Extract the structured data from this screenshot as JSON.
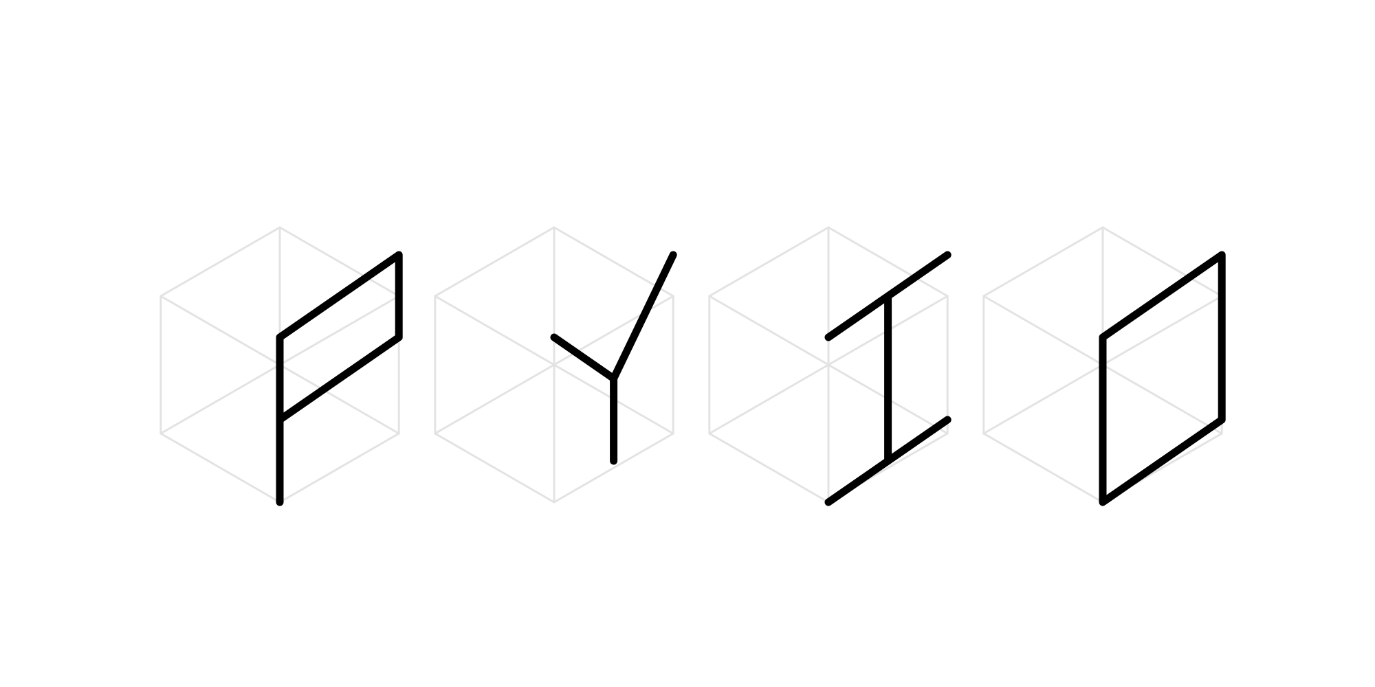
{
  "colors": {
    "background": "#ffffff",
    "guide": "#e3e3e3",
    "glyph": "#000000"
  },
  "glyphs": [
    {
      "id": "glyph-1",
      "strokes": [
        [
          [
            0,
            4
          ],
          [
            5,
            1
          ],
          [
            5,
            4
          ],
          [
            0,
            7
          ],
          [
            0,
            4
          ],
          [
            0,
            10
          ]
        ]
      ]
    },
    {
      "id": "glyph-2",
      "strokes": [
        [
          [
            5,
            1
          ],
          [
            2.5,
            5.5
          ],
          [
            0,
            4
          ]
        ],
        [
          [
            2.5,
            5.5
          ],
          [
            2.5,
            8.5
          ]
        ]
      ]
    },
    {
      "id": "glyph-3",
      "strokes": [
        [
          [
            0,
            4
          ],
          [
            5,
            1
          ]
        ],
        [
          [
            2.5,
            2.5
          ],
          [
            2.5,
            8.5
          ]
        ],
        [
          [
            0,
            10
          ],
          [
            5,
            7
          ]
        ]
      ]
    },
    {
      "id": "glyph-4",
      "strokes": [
        [
          [
            0,
            4
          ],
          [
            5,
            1
          ],
          [
            5,
            7
          ],
          [
            0,
            10
          ],
          [
            0,
            4
          ]
        ]
      ]
    }
  ]
}
